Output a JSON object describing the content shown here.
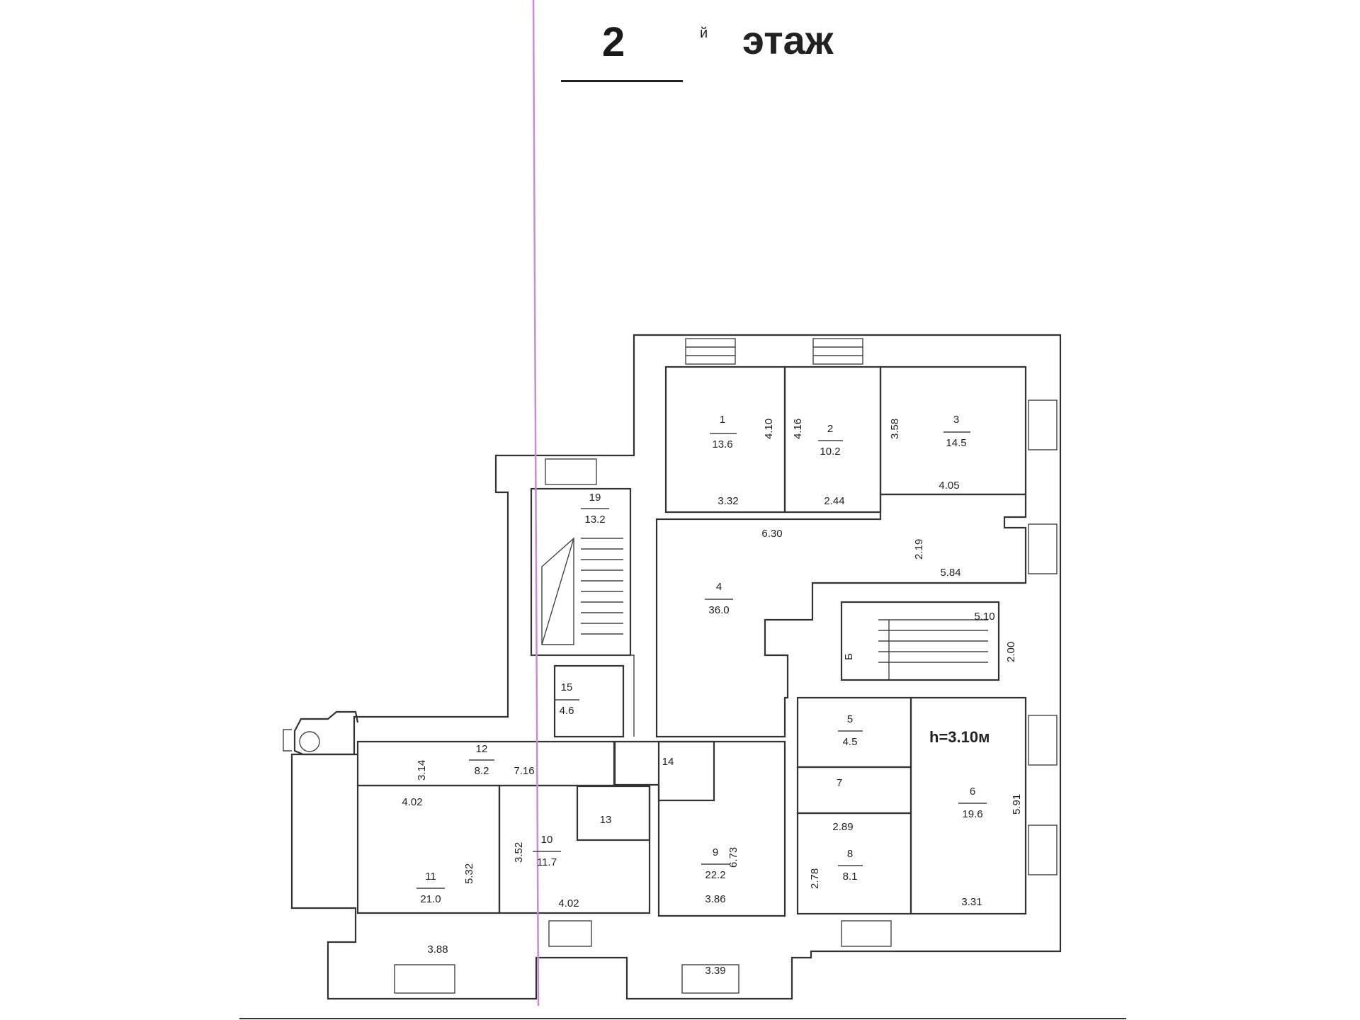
{
  "title": {
    "floor_number": "2",
    "suffix": "й",
    "floor_word": "этаж"
  },
  "height_note": "h=3.10м",
  "stair_mark": "Б",
  "rooms": [
    {
      "id": "room-1",
      "number": "1",
      "area": "13.6"
    },
    {
      "id": "room-2",
      "number": "2",
      "area": "10.2"
    },
    {
      "id": "room-3",
      "number": "3",
      "area": "14.5"
    },
    {
      "id": "room-4",
      "number": "4",
      "area": "36.0"
    },
    {
      "id": "room-5",
      "number": "5",
      "area": "4.5"
    },
    {
      "id": "room-6",
      "number": "6",
      "area": "19.6"
    },
    {
      "id": "room-7",
      "number": "7",
      "area": ""
    },
    {
      "id": "room-8",
      "number": "8",
      "area": "8.1"
    },
    {
      "id": "room-9",
      "number": "9",
      "area": "22.2"
    },
    {
      "id": "room-10",
      "number": "10",
      "area": "11.7"
    },
    {
      "id": "room-11",
      "number": "11",
      "area": "21.0"
    },
    {
      "id": "room-12",
      "number": "12",
      "area": "8.2"
    },
    {
      "id": "room-13",
      "number": "13",
      "area": ""
    },
    {
      "id": "room-14",
      "number": "14",
      "area": ""
    },
    {
      "id": "room-15",
      "number": "15",
      "area": "4.6"
    },
    {
      "id": "room-19",
      "number": "19",
      "area": "13.2"
    }
  ],
  "dimensions": [
    "4.10",
    "4.16",
    "3.58",
    "3.32",
    "2.44",
    "4.05",
    "6.30",
    "2.19",
    "5.84",
    "5.10",
    "2.00",
    "3.14",
    "7.16",
    "4.02",
    "5.32",
    "3.52",
    "4.02",
    "6.73",
    "3.86",
    "3.88",
    "3.39",
    "2.89",
    "2.78",
    "5.91",
    "3.31"
  ]
}
